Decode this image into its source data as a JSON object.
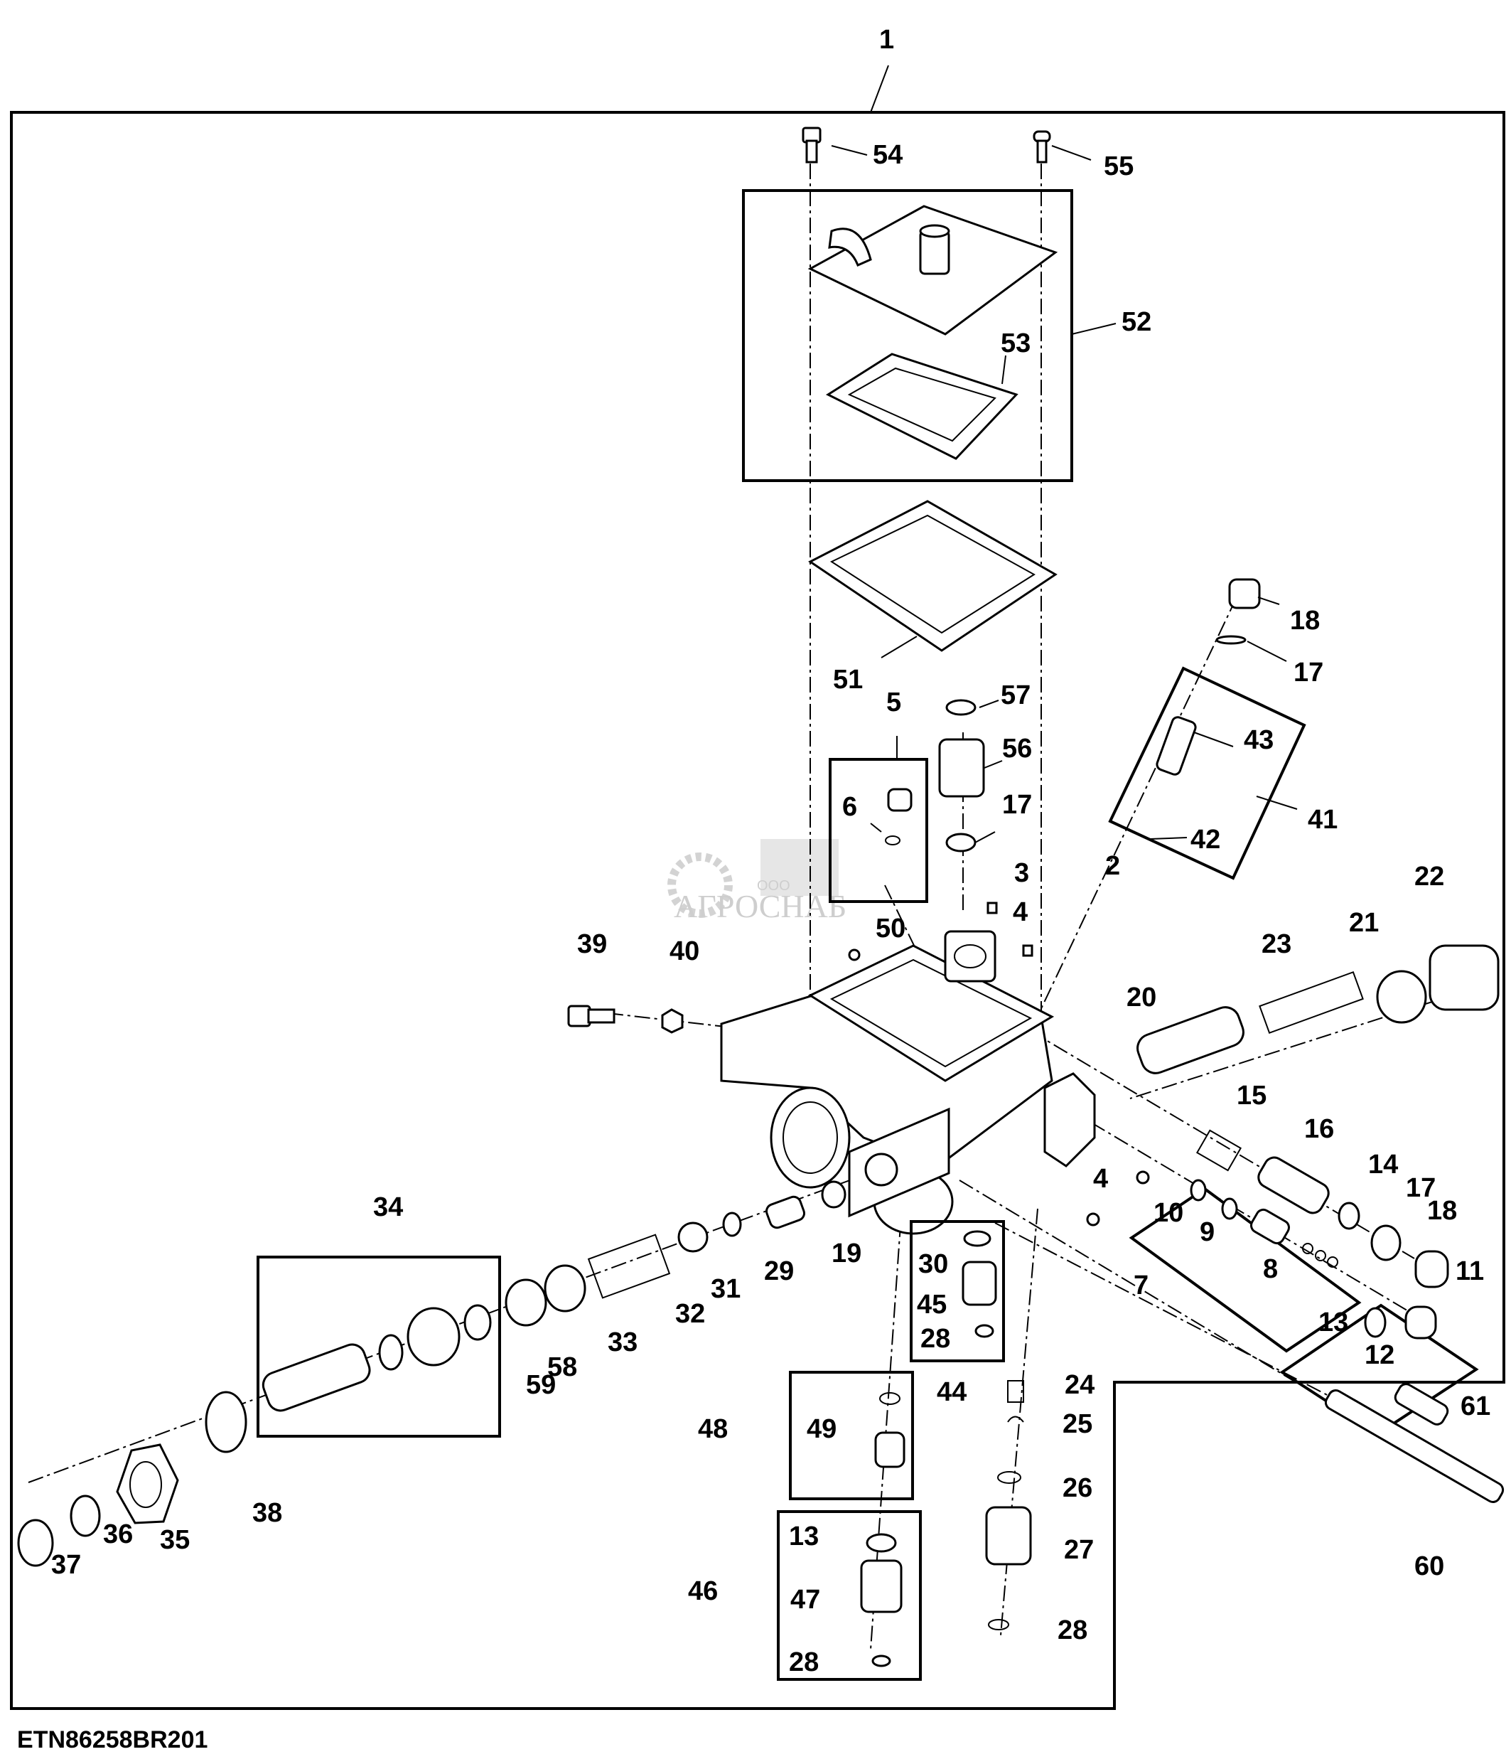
{
  "figure_id": "ETN86258BR201",
  "watermark": {
    "prefix": "ООО",
    "name": "АГРОСНАБ"
  },
  "assembly_label": "1",
  "callouts": [
    "1",
    "2",
    "3",
    "4",
    "4",
    "5",
    "6",
    "7",
    "8",
    "9",
    "10",
    "11",
    "12",
    "13",
    "13",
    "14",
    "15",
    "16",
    "17",
    "17",
    "17",
    "18",
    "18",
    "19",
    "20",
    "21",
    "22",
    "23",
    "24",
    "25",
    "26",
    "27",
    "28",
    "28",
    "28",
    "29",
    "30",
    "31",
    "32",
    "33",
    "34",
    "35",
    "36",
    "37",
    "38",
    "39",
    "40",
    "41",
    "42",
    "43",
    "44",
    "45",
    "46",
    "47",
    "48",
    "49",
    "50",
    "51",
    "52",
    "53",
    "54",
    "55",
    "56",
    "57",
    "58",
    "59",
    "60",
    "61"
  ]
}
